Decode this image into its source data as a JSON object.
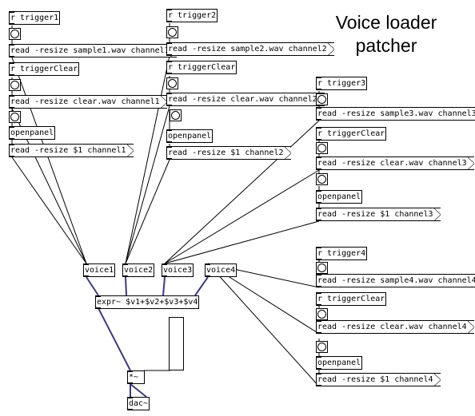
{
  "title": [
    "Voice loader",
    "patcher"
  ],
  "blocks": [
    {
      "receive": "r trigger1",
      "read": "read -resize sample1.wav channel1",
      "receive_clear": "r triggerClear",
      "read_clear": "read -resize clear.wav channel1",
      "openpanel": "openpanel",
      "read_file": "read -resize $1 channel1"
    },
    {
      "receive": "r trigger2",
      "read": "read -resize sample2.wav channel2",
      "receive_clear": "r triggerClear",
      "read_clear": "read -resize clear.wav channel2",
      "openpanel": "openpanel",
      "read_file": "read -resize $1 channel2"
    },
    {
      "receive": "r trigger3",
      "read": "read -resize sample3.wav channel3",
      "receive_clear": "r triggerClear",
      "read_clear": "read -resize clear.wav channel3",
      "openpanel": "openpanel",
      "read_file": "read -resize $1 channel3"
    },
    {
      "receive": "r trigger4",
      "read": "read -resize sample4.wav channel4",
      "receive_clear": "r triggerClear",
      "read_clear": "read -resize clear.wav channel4",
      "openpanel": "openpanel",
      "read_file": "read -resize $1 channel4"
    }
  ],
  "voices": [
    "voice1",
    "voice2",
    "voice3",
    "voice4"
  ],
  "expr": "expr~ $v1+$v2+$v3+$v4",
  "multiply": "*~",
  "dac": "dac~",
  "volume_slider": {
    "value": 0
  },
  "colors": {
    "wire": "#000000",
    "signal_wire": "#3c3c78",
    "background": "#ffffff"
  }
}
